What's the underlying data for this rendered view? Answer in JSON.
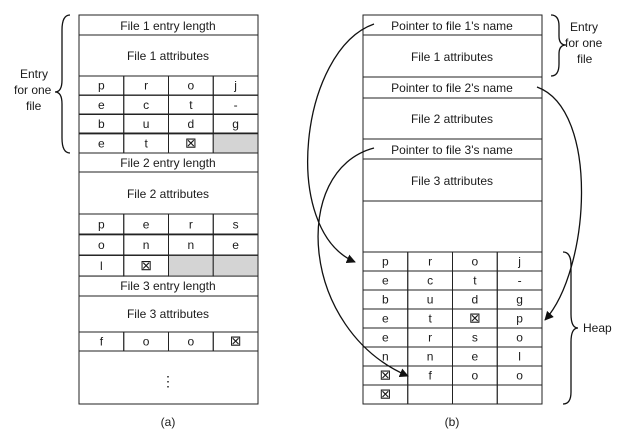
{
  "panel_a": {
    "file1_length": "File 1 entry length",
    "file1_attrs": "File 1 attributes",
    "file1_name": [
      [
        "p",
        "r",
        "o",
        "j"
      ],
      [
        "e",
        "c",
        "t",
        "-"
      ],
      [
        "b",
        "u",
        "d",
        "g"
      ],
      [
        "e",
        "t",
        "⊠",
        ""
      ]
    ],
    "file2_length": "File 2 entry length",
    "file2_attrs": "File 2 attributes",
    "file2_name": [
      [
        "p",
        "e",
        "r",
        "s"
      ],
      [
        "o",
        "n",
        "n",
        "e"
      ],
      [
        "l",
        "⊠",
        "",
        ""
      ]
    ],
    "file3_length": "File 3 entry length",
    "file3_attrs": "File 3 attributes",
    "file3_name": [
      [
        "f",
        "o",
        "o",
        "⊠"
      ]
    ],
    "ellipsis": "⋮",
    "entry_label": [
      "Entry",
      "for one",
      "file"
    ],
    "caption": "(a)"
  },
  "panel_b": {
    "ptr1": "Pointer to file 1's name",
    "attrs1": "File 1 attributes",
    "ptr2": "Pointer to file 2's name",
    "attrs2": "File 2 attributes",
    "ptr3": "Pointer to file 3's name",
    "attrs3": "File 3 attributes",
    "heap": [
      [
        "p",
        "r",
        "o",
        "j"
      ],
      [
        "e",
        "c",
        "t",
        "-"
      ],
      [
        "b",
        "u",
        "d",
        "g"
      ],
      [
        "e",
        "t",
        "⊠",
        "p"
      ],
      [
        "e",
        "r",
        "s",
        "o"
      ],
      [
        "n",
        "n",
        "e",
        "l"
      ],
      [
        "⊠",
        "f",
        "o",
        "o"
      ],
      [
        "⊠",
        "",
        "",
        ""
      ]
    ],
    "entry_label": [
      "Entry",
      "for one",
      "file"
    ],
    "heap_label": "Heap",
    "caption": "(b)"
  },
  "colors": {
    "line": "#222222",
    "empty_cell": "#d4d4d4",
    "text": "#1a1a1a"
  }
}
